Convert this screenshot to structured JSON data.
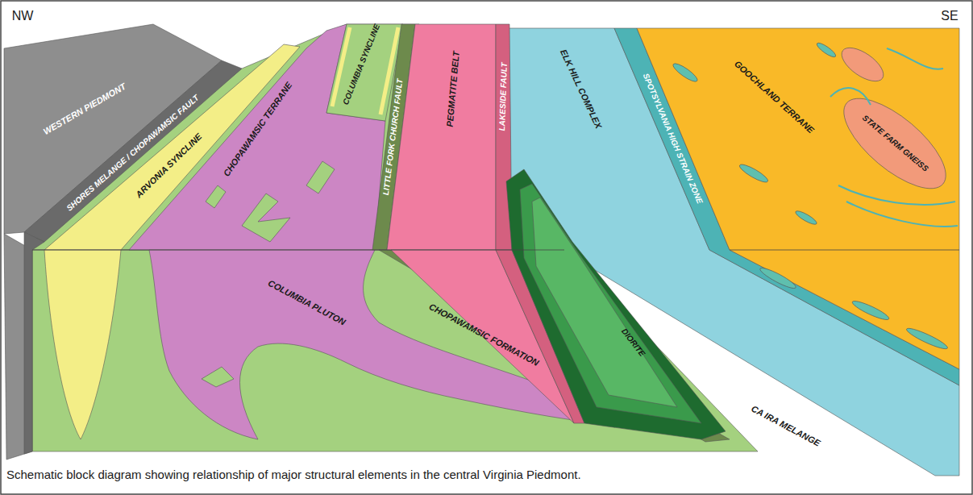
{
  "diagram": {
    "caption": "Schematic block diagram showing relationship of major structural elements in the central Virginia Piedmont.",
    "labels": [
      "NW",
      "SE",
      "WESTERN PIEDMONT",
      "SHORES MELANGE / CHOPAWAMSIC FAULT",
      "ARVONIA SYNCLINE",
      "CHOPAWAMSIC TERRANE",
      "COLUMBIA SYNCLINE",
      "LITTLE FORK CHURCH FAULT",
      "PEGMATITE BELT",
      "LAKESIDE FAULT",
      "ELK HILL COMPLEX",
      "SPOTSYLVANIA HIGH STRAIN ZONE",
      "GOOCHLAND TERRANE",
      "STATE FARM GNEISS",
      "COLUMBIA PLUTON",
      "CHOPAWAMSIC FORMATION",
      "DIORITE",
      "CA IRA MELANGE"
    ]
  }
}
